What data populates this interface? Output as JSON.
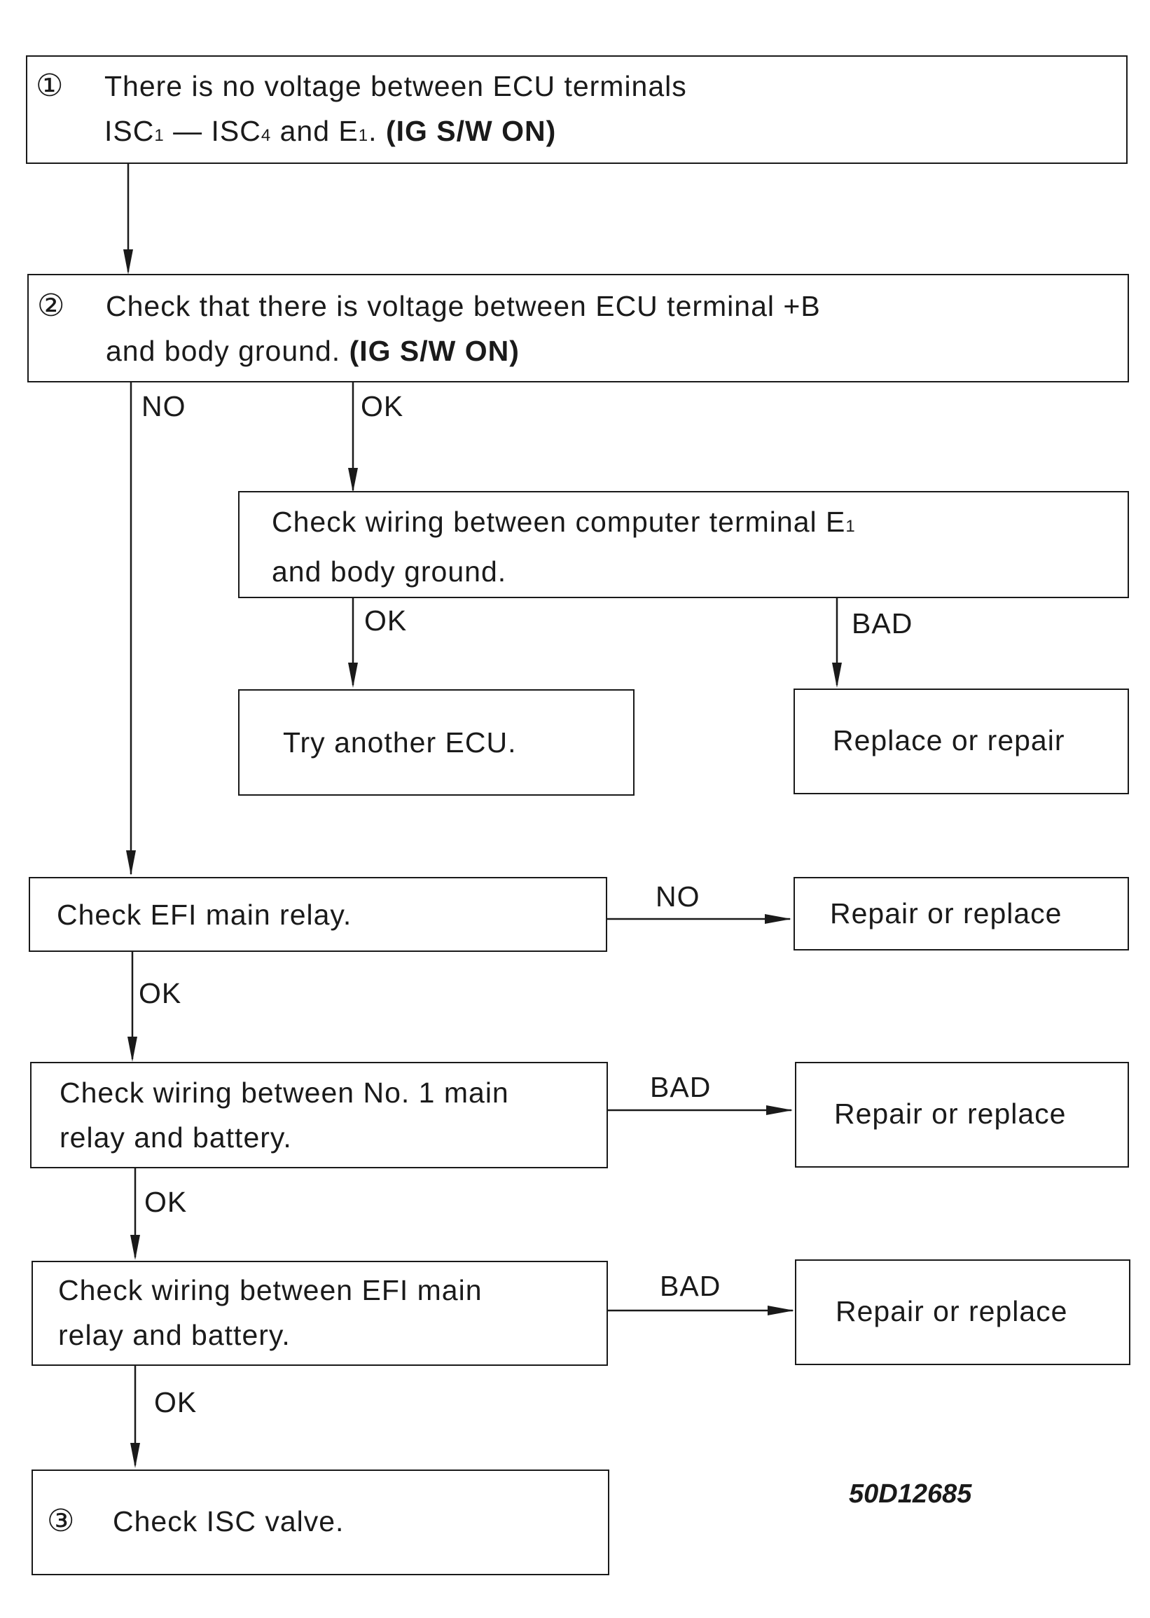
{
  "step1": {
    "number": "①",
    "line1": "There is no voltage between ECU terminals",
    "line2_a": "ISC",
    "line2_a_sub": "1",
    "line2_b": " — ISC",
    "line2_b_sub": "4",
    "line2_c": " and E",
    "line2_c_sub": "1",
    "line2_d": ".",
    "condition": "(IG S/W ON)"
  },
  "step2": {
    "number": "②",
    "line1": "Check that there is voltage between ECU terminal +B",
    "line2": "and body ground.",
    "condition": "(IG S/W ON)"
  },
  "labels": {
    "no": "NO",
    "ok": "OK",
    "bad": "BAD"
  },
  "check_e1": {
    "line1": "Check wiring between computer terminal E",
    "line1_sub": "1",
    "line2": "and body ground."
  },
  "try_ecu": "Try another ECU.",
  "replace_repair": "Replace or repair",
  "repair_replace": "Repair or replace",
  "check_efi_relay": "Check EFI main relay.",
  "check_no1_relay": {
    "line1": "Check wiring between No. 1 main",
    "line2": "relay and battery."
  },
  "check_efi_wiring": {
    "line1": "Check wiring between EFI main",
    "line2": "relay and battery."
  },
  "step3": {
    "number": "③",
    "text": "Check ISC valve."
  },
  "figure_code": "50D12685"
}
